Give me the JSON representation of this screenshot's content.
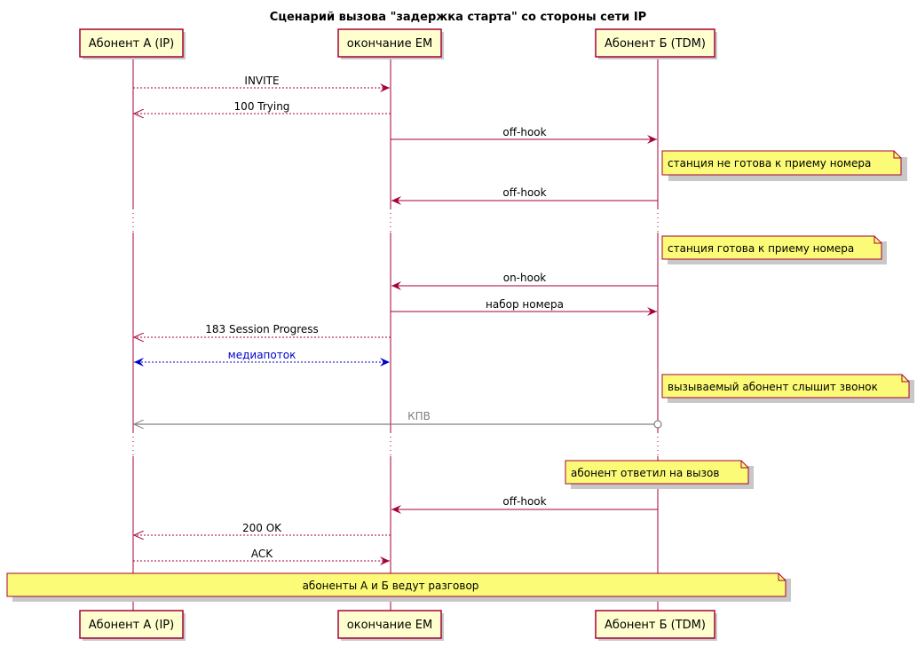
{
  "title": "Сценарий вызова \"задержка старта\" со стороны сети IP",
  "participants": [
    {
      "id": "a",
      "label": "Абонент А (IP)"
    },
    {
      "id": "em",
      "label": "окончание ЕМ"
    },
    {
      "id": "b",
      "label": "Абонент Б (TDM)"
    }
  ],
  "messages": [
    {
      "from": "a",
      "to": "em",
      "label": "INVITE",
      "style": "dashed",
      "color": "#A80036"
    },
    {
      "from": "em",
      "to": "a",
      "label": "100 Trying",
      "style": "dashed",
      "color": "#A80036"
    },
    {
      "from": "em",
      "to": "b",
      "label": "off-hook",
      "style": "solid",
      "color": "#A80036"
    },
    {
      "from": "b",
      "to": "em",
      "label": "off-hook",
      "style": "solid",
      "color": "#A80036"
    },
    {
      "from": "b",
      "to": "em",
      "label": "on-hook",
      "style": "solid",
      "color": "#A80036"
    },
    {
      "from": "em",
      "to": "b",
      "label": "набор номера",
      "style": "solid",
      "color": "#A80036"
    },
    {
      "from": "em",
      "to": "a",
      "label": "183 Session Progress",
      "style": "dashed",
      "color": "#A80036"
    },
    {
      "from": "a",
      "to": "em",
      "label": "медиапоток",
      "style": "dashed-both",
      "color": "#0000CC"
    },
    {
      "from": "b",
      "to": "a",
      "label": "КПВ",
      "style": "solid-circle",
      "color": "#808080"
    },
    {
      "from": "b",
      "to": "em",
      "label": "off-hook",
      "style": "solid",
      "color": "#A80036"
    },
    {
      "from": "em",
      "to": "a",
      "label": "200 OK",
      "style": "dashed",
      "color": "#A80036"
    },
    {
      "from": "a",
      "to": "em",
      "label": "ACK",
      "style": "dashed",
      "color": "#A80036"
    }
  ],
  "notes": [
    "станция не готова к приему номера",
    "станция готова к приему номера",
    "вызываемый абонент слышит звонок",
    "абонент ответил на вызов",
    "абоненты А и Б ведут разговор"
  ],
  "colors": {
    "line": "#A80036",
    "participant_fill": "#FEFECE",
    "note_fill": "#FBFB77",
    "media": "#0000CC",
    "kpv": "#808080"
  }
}
